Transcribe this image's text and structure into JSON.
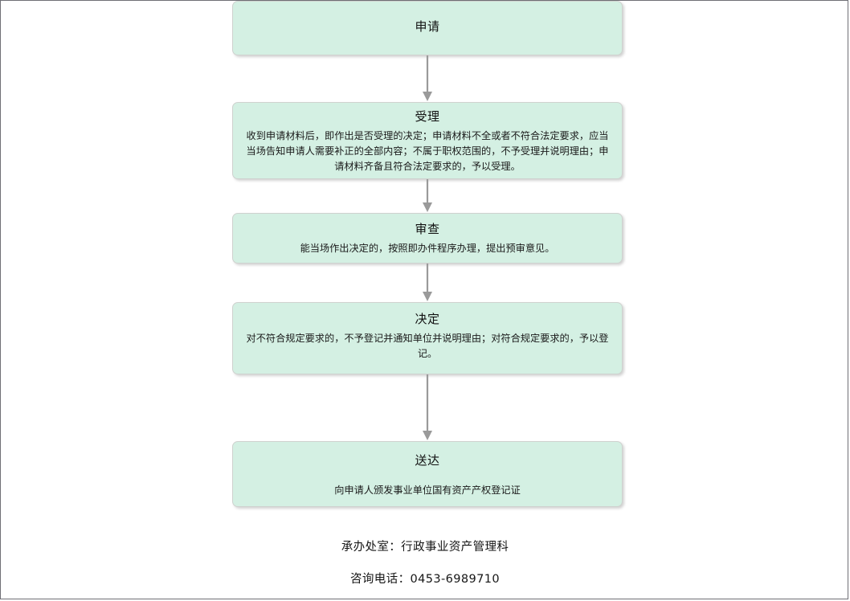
{
  "colors": {
    "node_fill": "#d4f0e3",
    "node_border": "#cfd2cf",
    "arrow": "#9a9a9a",
    "page_border": "#6f6f76",
    "text": "#1a1a1a"
  },
  "flowchart": {
    "nodes": [
      {
        "id": "apply",
        "title": "申请",
        "body": ""
      },
      {
        "id": "accept",
        "title": "受理",
        "body": "收到申请材料后，即作出是否受理的决定；申请材料不全或者不符合法定要求，应当当场告知申请人需要补正的全部内容；不属于职权范围的，不予受理并说明理由；申请材料齐备且符合法定要求的，予以受理。"
      },
      {
        "id": "review",
        "title": "审查",
        "body": "能当场作出决定的，按照即办件程序办理，提出预审意见。"
      },
      {
        "id": "decide",
        "title": "决定",
        "body": "对不符合规定要求的，不予登记并通知单位并说明理由；对符合规定要求的，予以登记。"
      },
      {
        "id": "deliver",
        "title": "送达",
        "body": "向申请人颁发事业单位国有资产产权登记证"
      }
    ]
  },
  "footer": {
    "lines": [
      "承办处室：行政事业资产管理科",
      "咨询电话：0453-6989710"
    ]
  }
}
